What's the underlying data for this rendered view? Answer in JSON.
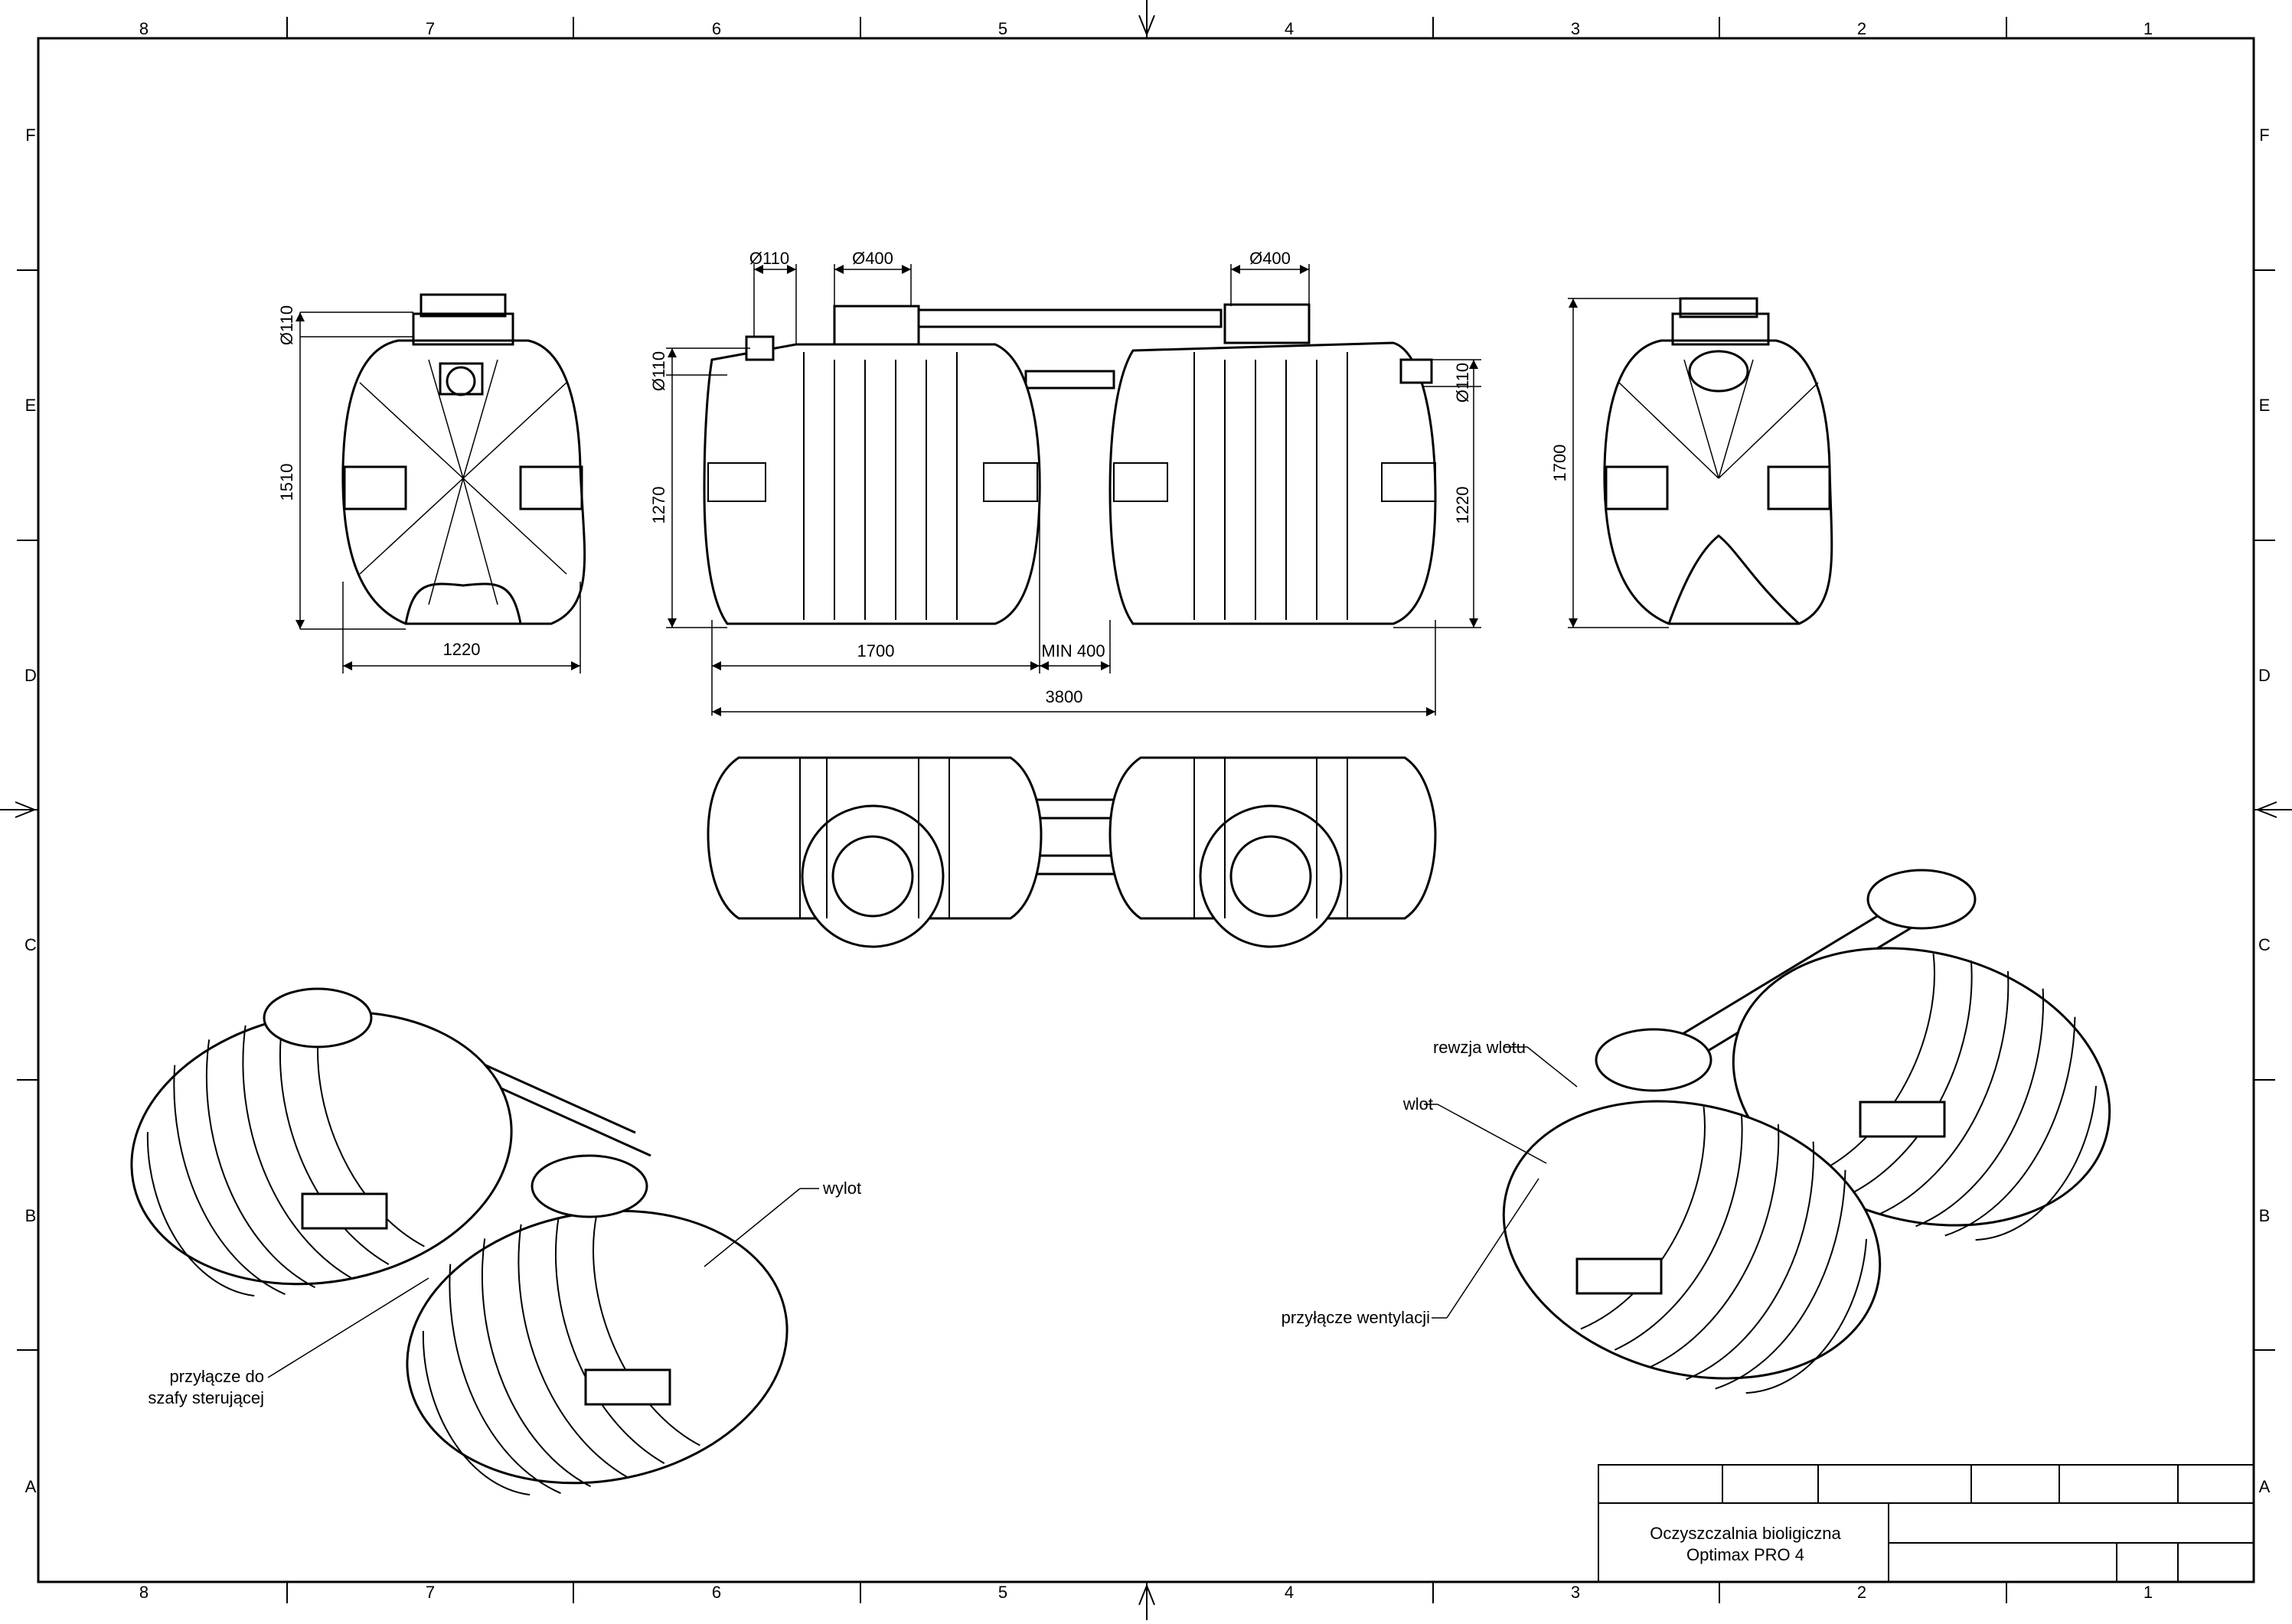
{
  "grid": {
    "columns": [
      "8",
      "7",
      "6",
      "5",
      "4",
      "3",
      "2",
      "1"
    ],
    "rows": [
      "F",
      "E",
      "D",
      "C",
      "B",
      "A"
    ]
  },
  "dimensions": {
    "front_view": {
      "pipe": "Ø110",
      "height": "1510",
      "width": "1220"
    },
    "side_view": {
      "inlet_pipe": "Ø110",
      "left_pipe": "Ø110",
      "left_hatch": "Ø400",
      "right_hatch": "Ø400",
      "left_height": "1270",
      "right_pipe": "Ø110",
      "right_height": "1220",
      "tank_length": "1700",
      "min_gap": "MIN 400",
      "total_length": "3800"
    },
    "rear_view": {
      "height": "1700"
    }
  },
  "labels": {
    "outlet": "wylot",
    "control_cabinet_line1": "przyłącze do",
    "control_cabinet_line2": "szafy sterującej",
    "inlet_inspection": "rewzja wlotu",
    "inlet": "wlot",
    "ventilation": "przyłącze wentylacji"
  },
  "title_block": {
    "title_line1": "Oczyszczalnia bioligiczna",
    "title_line2": "Optimax PRO 4"
  }
}
